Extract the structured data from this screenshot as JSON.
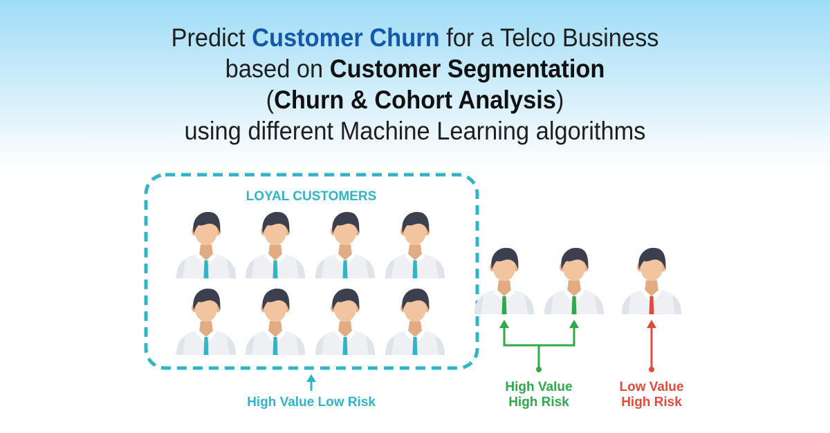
{
  "title": {
    "line1_pre": "Predict ",
    "line1_em": "Customer Churn",
    "line1_post": " for a Telco Business",
    "line2_pre": "based on ",
    "line2_em": "Customer Segmentation",
    "line3_open": "(",
    "line3_em": "Churn & Cohort Analysis",
    "line3_close": ")",
    "line4": "using different Machine Learning algorithms"
  },
  "groups": {
    "loyal_title": "LOYAL CUSTOMERS",
    "loyal_caption": "High Value Low Risk",
    "high_risk_line1": "High Value",
    "high_risk_line2": "High Risk",
    "low_value_line1": "Low Value",
    "low_value_line2": "High Risk"
  },
  "colors": {
    "teal": "#2fb4c8",
    "green": "#2eaa4a",
    "red": "#e24b3b",
    "title_accent": "#1557a9",
    "hair": "#3b3f4e",
    "skin": "#f2c4a0",
    "shirt": "#eef0f4"
  }
}
